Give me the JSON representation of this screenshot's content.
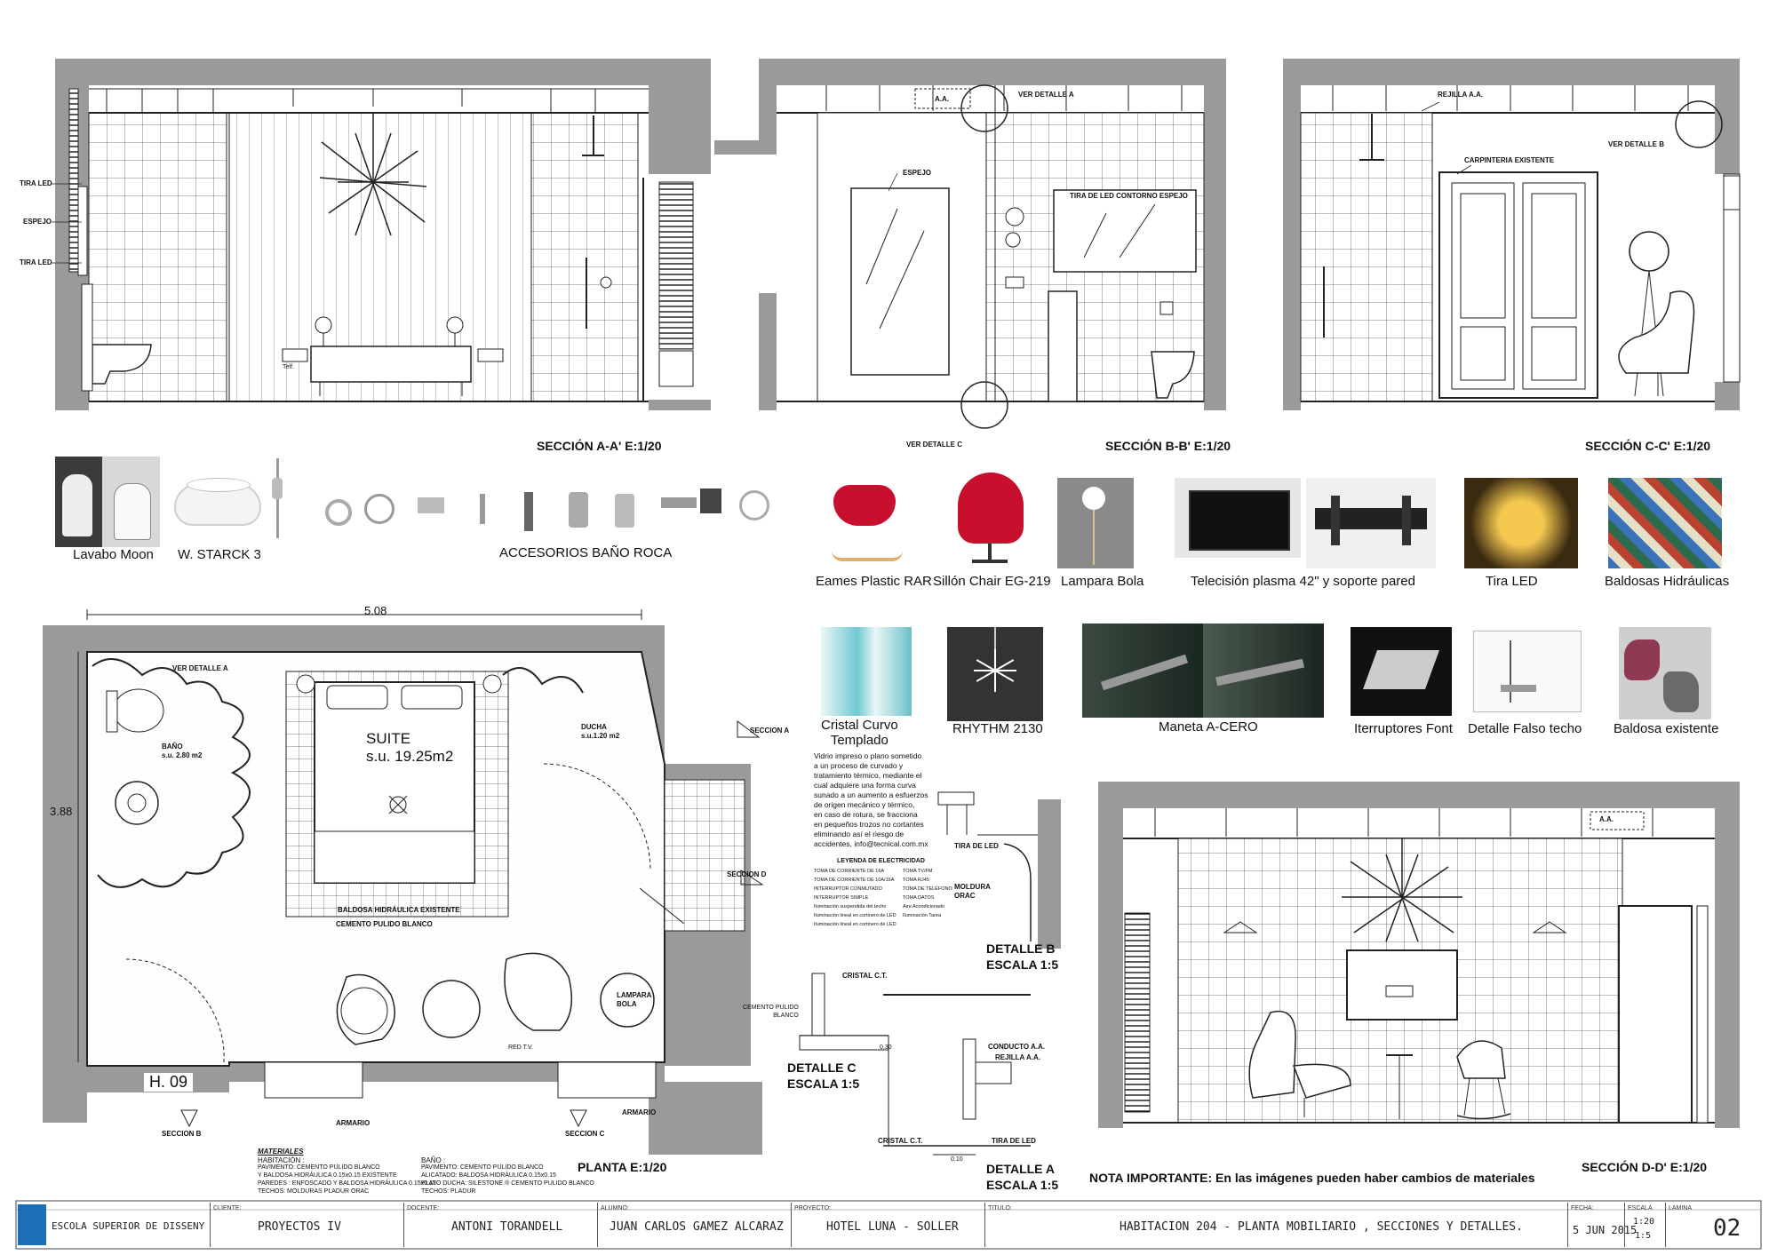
{
  "sections": {
    "aa_title": "SECCIÓN A-A' E:1/20",
    "bb_title": "SECCIÓN B-B' E:1/20",
    "cc_title": "SECCIÓN C-C' E:1/20",
    "dd_title": "SECCIÓN D-D' E:1/20",
    "aa_labels": [
      "TIRA LED",
      "ESPEJO",
      "TIRA LED"
    ],
    "aa_tel": "Telf.",
    "bb_labels": {
      "ver_detalle_a": "VER DETALLE A",
      "aa": "A.A.",
      "espejo": "ESPEJO",
      "tira": "TIRA DE LED CONTORNO ESPEJO",
      "ver_detalle_c": "VER DETALLE C"
    },
    "cc_labels": {
      "rejilla": "REJILLA A.A.",
      "ver_detalle_b": "VER DETALLE B",
      "carpinteria": "CARPINTERIA EXISTENTE"
    },
    "dd_labels": {
      "aa": "A.A."
    }
  },
  "products_row1": {
    "lavabo": "Lavabo Moon",
    "starck": "W. STARCK 3",
    "accesorios": "ACCESORIOS BAÑO ROCA",
    "eames": "Eames Plastic RAR",
    "sillon": "Sillón Chair EG-219",
    "lampara": "Lampara Bola",
    "tv": "Telecisión plasma 42\"  y soporte pared",
    "tira": "Tira LED",
    "baldosas": "Baldosas Hidráulicas"
  },
  "products_row2": {
    "cristal": "Cristal Curvo\nTemplado",
    "cristal_desc": "Vidrio impreso o plano sometido\na un proceso de curvado y\ntratamiento térmico, mediante el\ncual adquiere una forma curva\nsunado a un aumento a esfuerzos\nde origen mecánico y térmico,\nen caso de rotura, se fracciona\nen pequeños trozos no cortantes\neliminando así el riesgo de\naccidentes,  info@tecnical.com.mx",
    "rhythm": "RHYTHM 2130",
    "maneta": "Maneta A-CERO",
    "interruptores": "Iterruptores Font",
    "falso_techo": "Detalle Falso techo",
    "baldosa_exist": "Baldosa existente"
  },
  "plan": {
    "title": "PLANTA  E:1/20",
    "width_dim": "5.08",
    "height_dim": "3.88",
    "suite": "SUITE",
    "suite_area": "s.u. 19.25m2",
    "bano": "BAÑO",
    "bano_area": "s.u. 2.80 m2",
    "ducha": "DUCHA",
    "ducha_area": "s.u.1.20 m2",
    "ver_detalle_a": "VER DETALLE A",
    "baldosa": "BALDOSA HIDRÁULICA EXISTENTE",
    "cemento": "CEMENTO PULIDO BLANCO",
    "lampara": "LAMPARA\nBOLA",
    "room_code": "H. 09",
    "armario1": "ARMARIO",
    "armario2": "ARMARIO",
    "seccion_a": "SECCION A",
    "seccion_b": "SECCION B",
    "seccion_c": "SECCION C",
    "seccion_d": "SECCION D",
    "red_tv": "RED T.V."
  },
  "materiales": {
    "title": "MATERIALES",
    "habitacion_h": "HABITACIÓN :",
    "hab_lines": [
      "PAVIMENTO: CEMENTO PULIDO BLANCO",
      "Y BALDOSA HIDRÁULICA 0.15x0.15 EXISTENTE",
      "PAREDES : ENFOSCADO Y BALDOSA HIDRÁULICA 0.15x0.15",
      "TECHOS: MOLDURAS PLADUR ORAC"
    ],
    "bano_h": "BAÑO :",
    "bano_lines": [
      "PAVIMENTO: CEMENTO PULIDO BLANCO",
      "ALICATADO: BALDOSA HIDRÁULICA 0.15x0.15",
      "PLATO DUCHA: SILESTONE ® CEMENTO PULIDO BLANCO",
      "TECHOS: PLADUR"
    ]
  },
  "leyenda": {
    "title": "LEYENDA DE ELECTRICIDAD",
    "rows": [
      "TOMA DE CORRIENTE DE 16A",
      "TOMA DE CORRIENTE DE 10A/16A",
      "INTERRUPTOR CONMUTADO",
      "INTERRUPTOR SIMPLE",
      "Iluminación suspendida del techo",
      "Iluminación lineal en cortinero de LED",
      "Iluminación lineal en cortinero de LED"
    ],
    "rows_right": [
      "TOMA TV/FM",
      "TOMA RJ45",
      "TOMA DE TELÉFONO",
      "TOMA DATOS",
      "Aire Acondicionado",
      "Iluminación Tarea"
    ]
  },
  "details": {
    "b_title": "DETALLE B",
    "b_scale": "ESCALA 1:5",
    "b_tira": "TIRA DE LED",
    "b_moldura": "MOLDURA\nORAC",
    "c_title": "DETALLE C",
    "c_scale": "ESCALA 1:5",
    "c_cristal": "CRISTAL C.T.",
    "c_cemento": "CEMENTO PULIDO\nBLANCO",
    "a_title": "DETALLE A",
    "a_scale": "ESCALA 1:5",
    "a_conducto": "CONDUCTO A.A.",
    "a_rejilla": "REJILLA A.A.",
    "a_cristal": "CRISTAL C.T.",
    "a_tira": "TIRA DE LED",
    "a_dim1": "0.30",
    "a_dim2": "0.10"
  },
  "nota": "NOTA IMPORTANTE: En las imágenes pueden haber cambios de materiales",
  "title_block": {
    "school": "ESCOLA SUPERIOR DE DISSENY",
    "h_cliente": "CLIENTE:",
    "cliente": "PROYECTOS IV",
    "h_docente": "DOCENTE:",
    "docente": "ANTONI TORANDELL",
    "h_alumno": "ALUMNO:",
    "alumno": "JUAN CARLOS GAMEZ ALCARAZ",
    "h_proyecto": "PROYECTO:",
    "proyecto": "HOTEL LUNA - SOLLER",
    "h_titulo": "TITULO:",
    "titulo": "HABITACION 204   - PLANTA MOBILIARIO , SECCIONES Y DETALLES.",
    "h_fecha": "FECHA:",
    "fecha": "5 JUN 2015",
    "h_escala": "ESCALA",
    "escala_a": "1:20",
    "escala_b": "1:5",
    "h_lamina": "LAMINA",
    "lamina": "02"
  },
  "colors": {
    "wall": "#9a9a9a",
    "line": "#222222",
    "logo": "#1a6fb5",
    "chair_red": "#c8102e"
  }
}
